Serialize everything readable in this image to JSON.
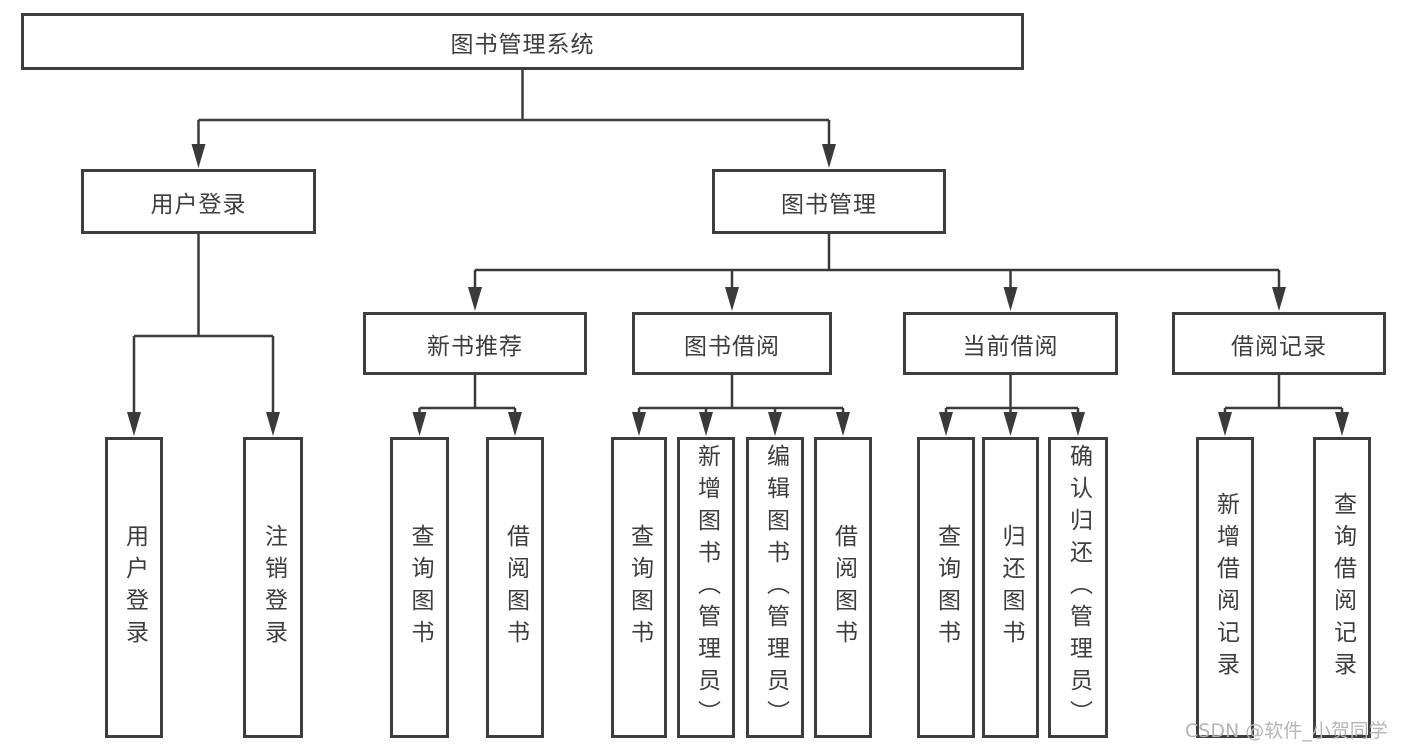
{
  "diagram": {
    "root": {
      "label": "图书管理系统"
    },
    "branches": {
      "user_login": {
        "label": "用户登录",
        "children": {
          "login": {
            "label": "用户登录"
          },
          "logout": {
            "label": "注销登录"
          }
        }
      },
      "book_management": {
        "label": "图书管理"
      }
    },
    "modules": {
      "new_book": {
        "label": "新书推荐",
        "children": {
          "query_book": {
            "label": "查询图书"
          },
          "borrow_book": {
            "label": "借阅图书"
          }
        }
      },
      "book_borrow": {
        "label": "图书借阅",
        "children": {
          "query_book": {
            "label": "查询图书"
          },
          "add_book": {
            "label": "新增图书（管理员）"
          },
          "edit_book": {
            "label": "编辑图书（管理员）"
          },
          "borrow_book": {
            "label": "借阅图书"
          }
        }
      },
      "current_borrow": {
        "label": "当前借阅",
        "children": {
          "query_book": {
            "label": "查询图书"
          },
          "return_book": {
            "label": "归还图书"
          },
          "confirm_return": {
            "label": "确认归还（管理员）"
          }
        }
      },
      "borrow_record": {
        "label": "借阅记录",
        "children": {
          "add_record": {
            "label": "新增借阅记录"
          },
          "query_record": {
            "label": "查询借阅记录"
          }
        }
      }
    }
  },
  "watermark": "CSDN @软件_小贺同学",
  "colors": {
    "line": "#3a3a3a",
    "text": "#3d3d3d",
    "watermark": "#b5b5b5"
  }
}
